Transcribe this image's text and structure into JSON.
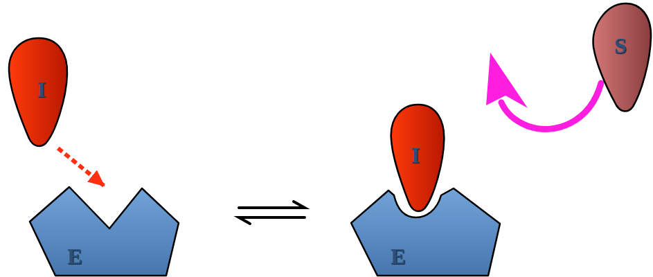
{
  "diagram": {
    "nodes": [
      {
        "text": [
          "I"
        ]
      },
      {
        "text": [
          "E"
        ]
      },
      {
        "text": [
          "I"
        ]
      },
      {
        "text": [
          "E"
        ]
      },
      {
        "text": [
          "S"
        ]
      }
    ],
    "edges": [
      {
        "from": 0,
        "to": 1,
        "arrow": "to"
      }
    ]
  }
}
